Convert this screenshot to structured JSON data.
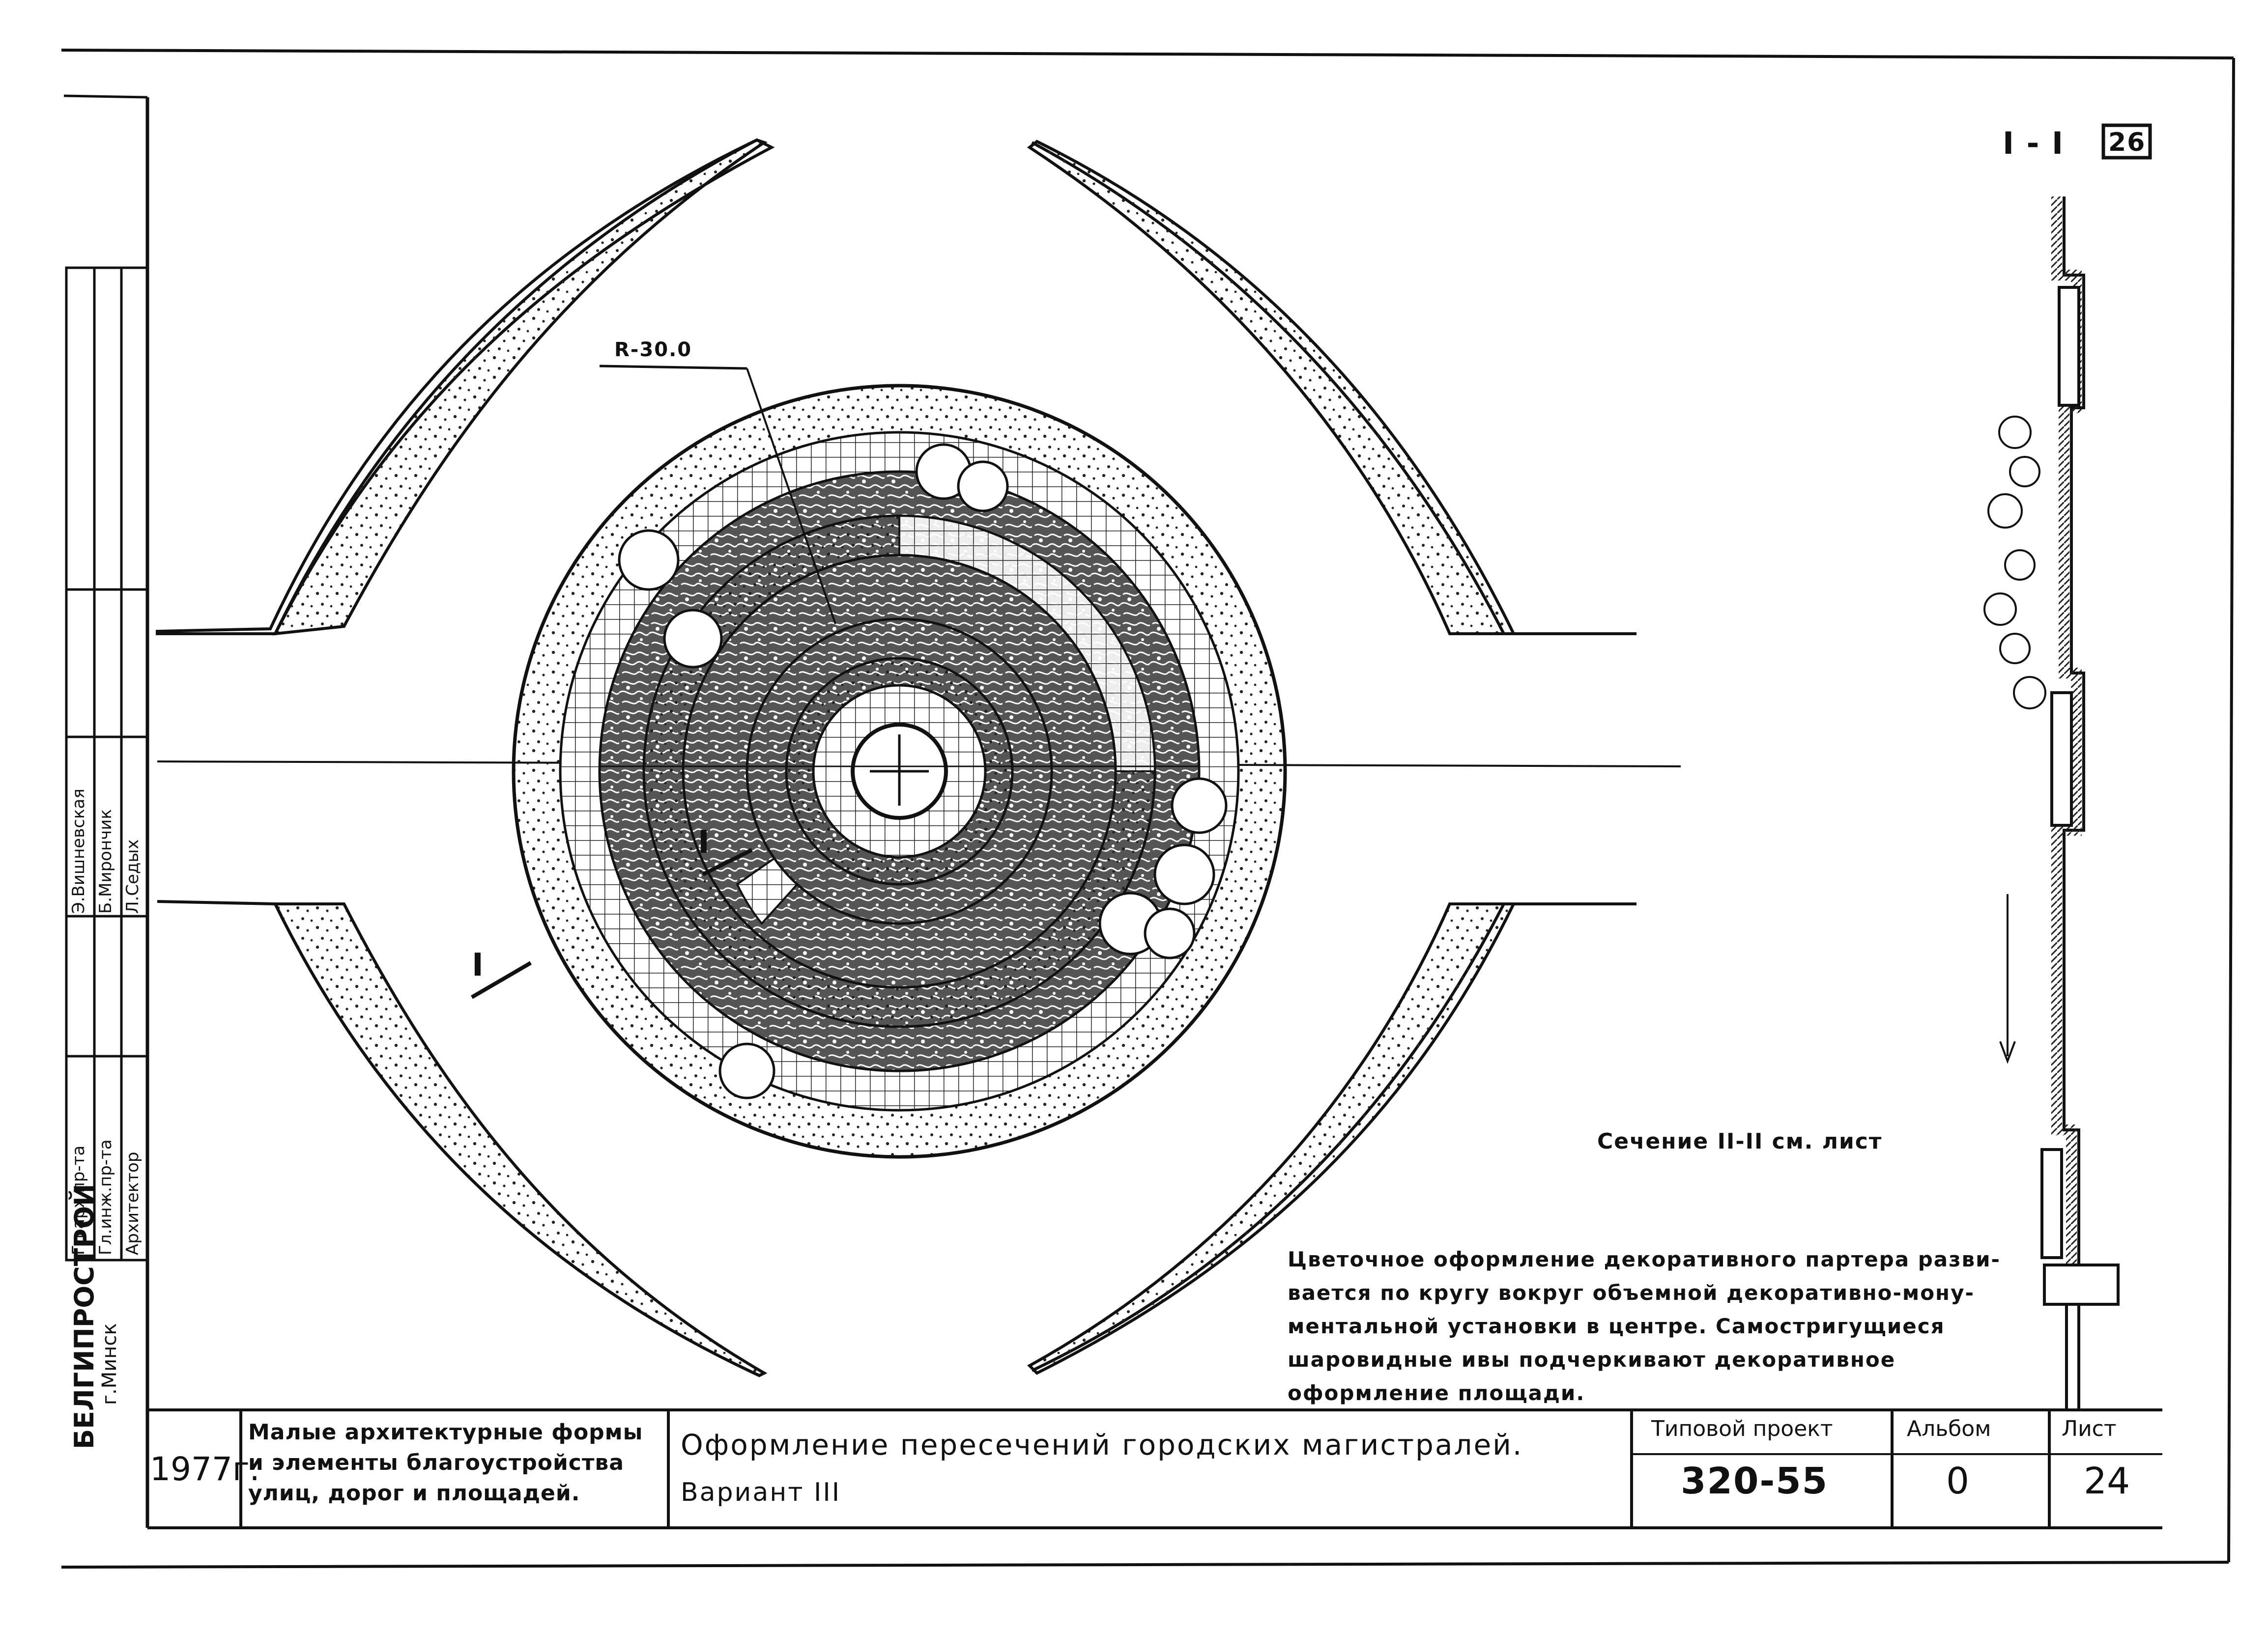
{
  "drawing": {
    "radius_label": "R-30.0",
    "cut_label_a": "I",
    "cut_label_b": "I",
    "section_reference": "Сечение II-II см. лист",
    "description_lines": [
      "Цветочное оформление декоративного партера разви-",
      "вается по кругу вокруг объемной декоративно-мону-",
      "ментальной установки в центре. Самостригущиеся",
      "шаровидные ивы подчеркивают декоративное",
      "оформление площади."
    ],
    "section_title": "I - I",
    "section_sheet": "26"
  },
  "side_stamp": {
    "org": "БЕЛГИПРОСТРОЙ",
    "city": "г.Минск",
    "roles": [
      "Гл.арх.пр-та",
      "Гл.инж.пр-та",
      "Архитектор"
    ],
    "names": [
      "Э.Вишневская",
      "Б.Мирончик",
      "Л.Седых"
    ]
  },
  "title_block": {
    "year": "1977г.",
    "series_lines": [
      "Малые архитектурные формы",
      "и элементы благоустройства",
      "улиц, дорог и площадей."
    ],
    "title_line1": "Оформление пересечений городских магистралей.",
    "title_line2": "Вариант III",
    "project_label": "Типовой проект",
    "project_value": "320-55",
    "album_label": "Альбом",
    "album_value": "0",
    "sheet_label": "Лист",
    "sheet_value": "24"
  }
}
